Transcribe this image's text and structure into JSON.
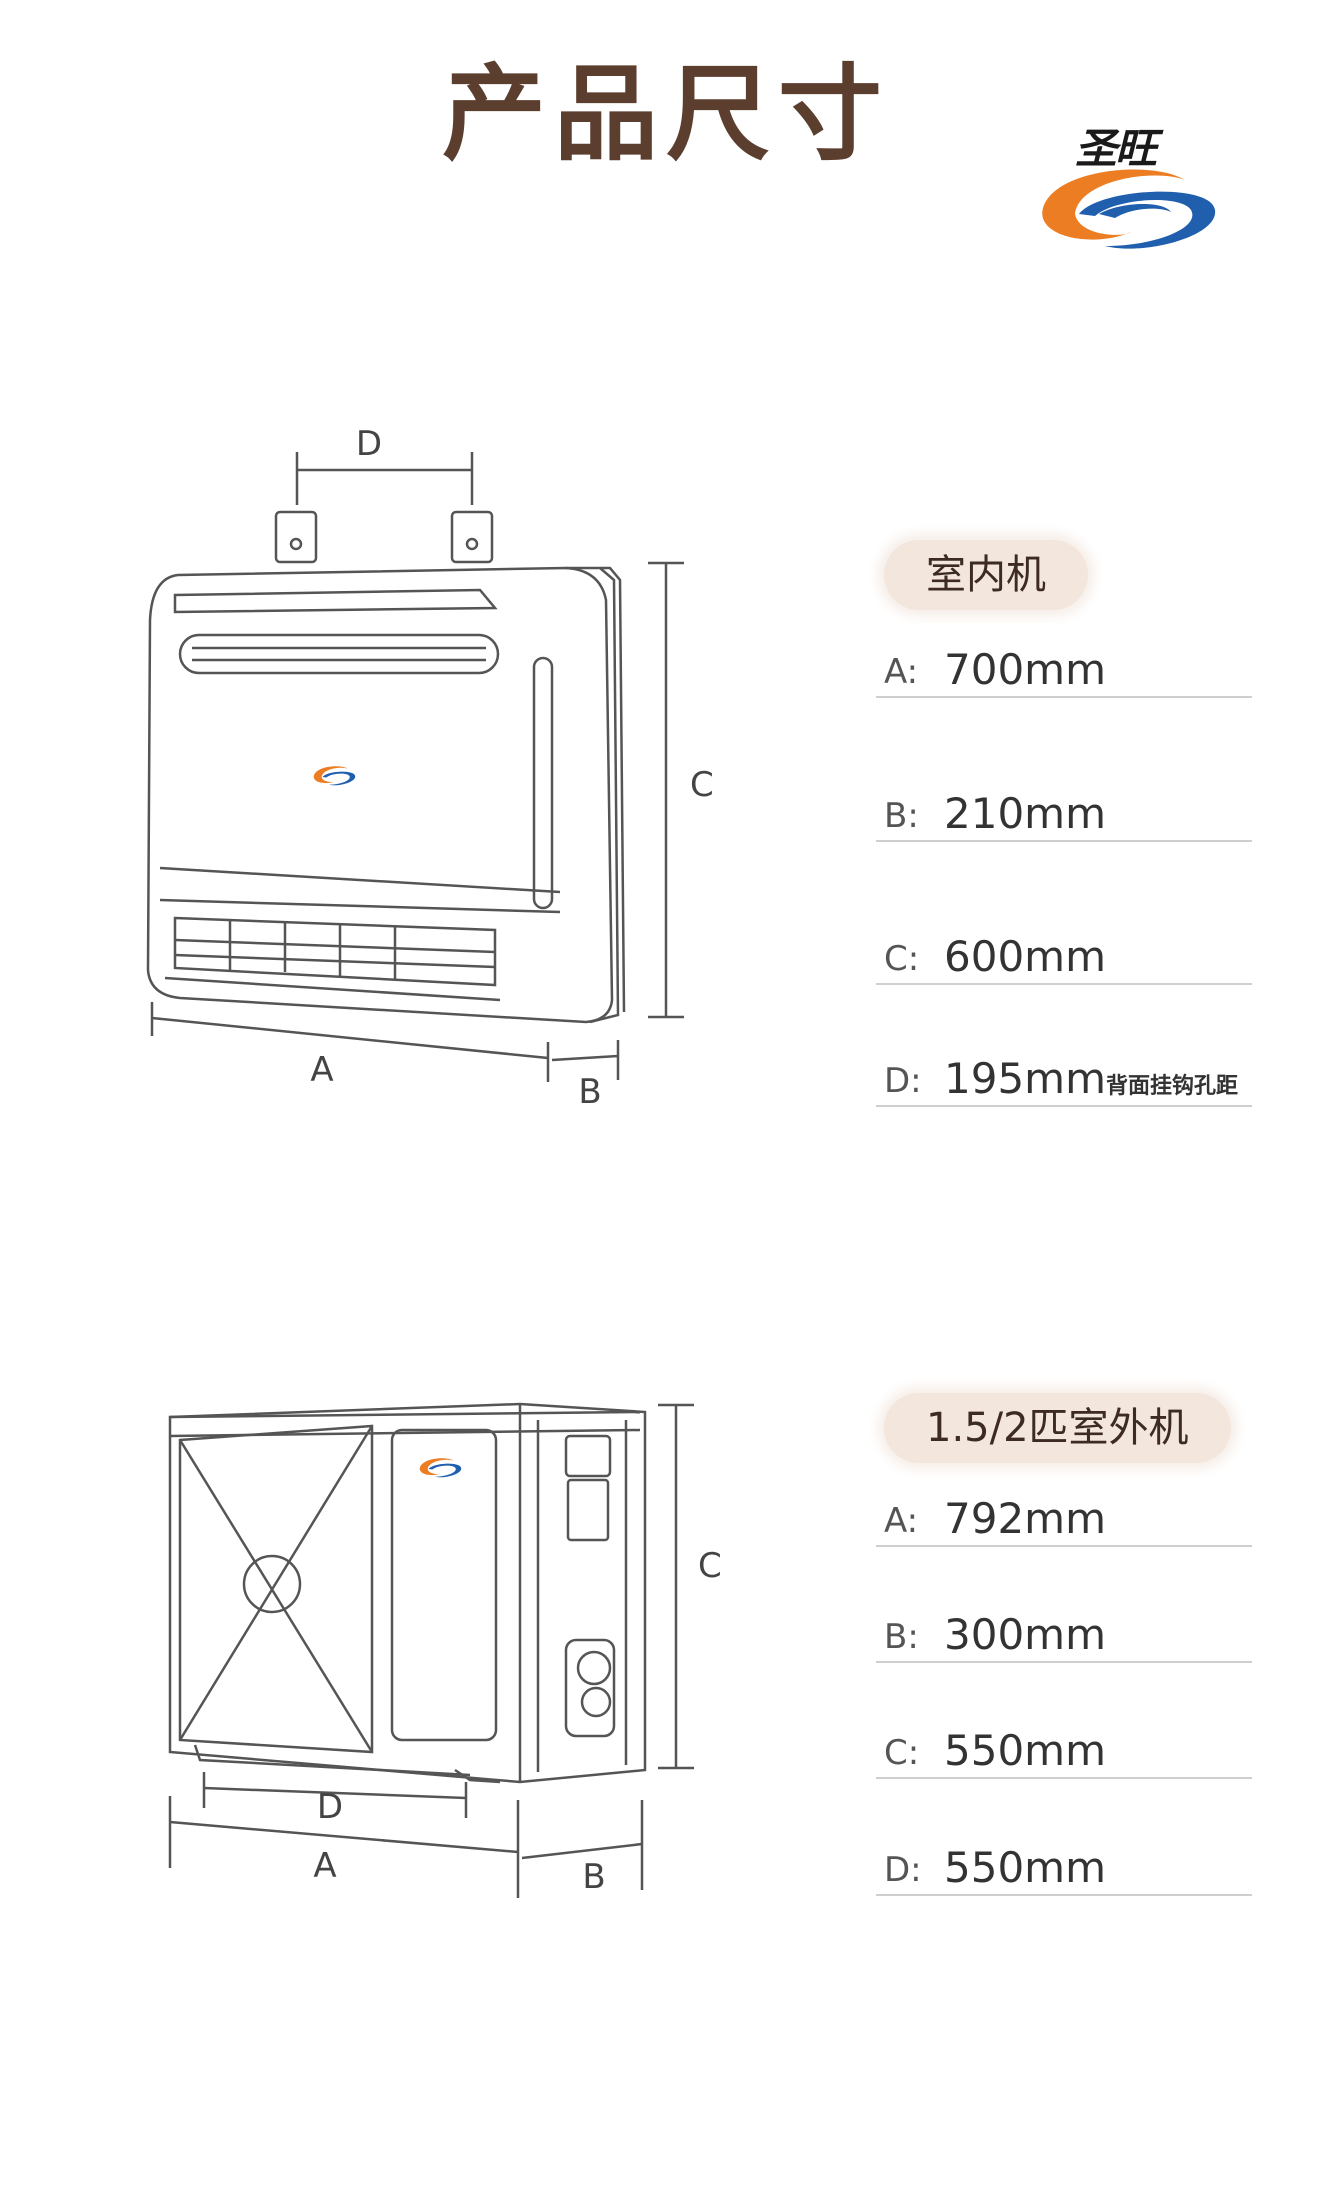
{
  "title": "产品尺寸",
  "brand": {
    "name": "圣旺",
    "colors": {
      "orange": "#ec7d22",
      "blue": "#1f5fae"
    }
  },
  "indoor": {
    "heading": "室内机",
    "dimension_labels": {
      "a": "A",
      "b": "B",
      "c": "C",
      "d": "D"
    },
    "specs": [
      {
        "key": "A:",
        "value": "700mm",
        "note": ""
      },
      {
        "key": "B:",
        "value": "210mm",
        "note": ""
      },
      {
        "key": "C:",
        "value": "600mm",
        "note": ""
      },
      {
        "key": "D:",
        "value": "195mm",
        "note": "背面挂钩孔距"
      }
    ]
  },
  "outdoor": {
    "heading": "1.5/2匹室外机",
    "dimension_labels": {
      "a": "A",
      "b": "B",
      "c": "C",
      "d": "D"
    },
    "specs": [
      {
        "key": "A:",
        "value": "792mm",
        "note": ""
      },
      {
        "key": "B:",
        "value": "300mm",
        "note": ""
      },
      {
        "key": "C:",
        "value": "550mm",
        "note": ""
      },
      {
        "key": "D:",
        "value": "550mm",
        "note": ""
      }
    ]
  }
}
